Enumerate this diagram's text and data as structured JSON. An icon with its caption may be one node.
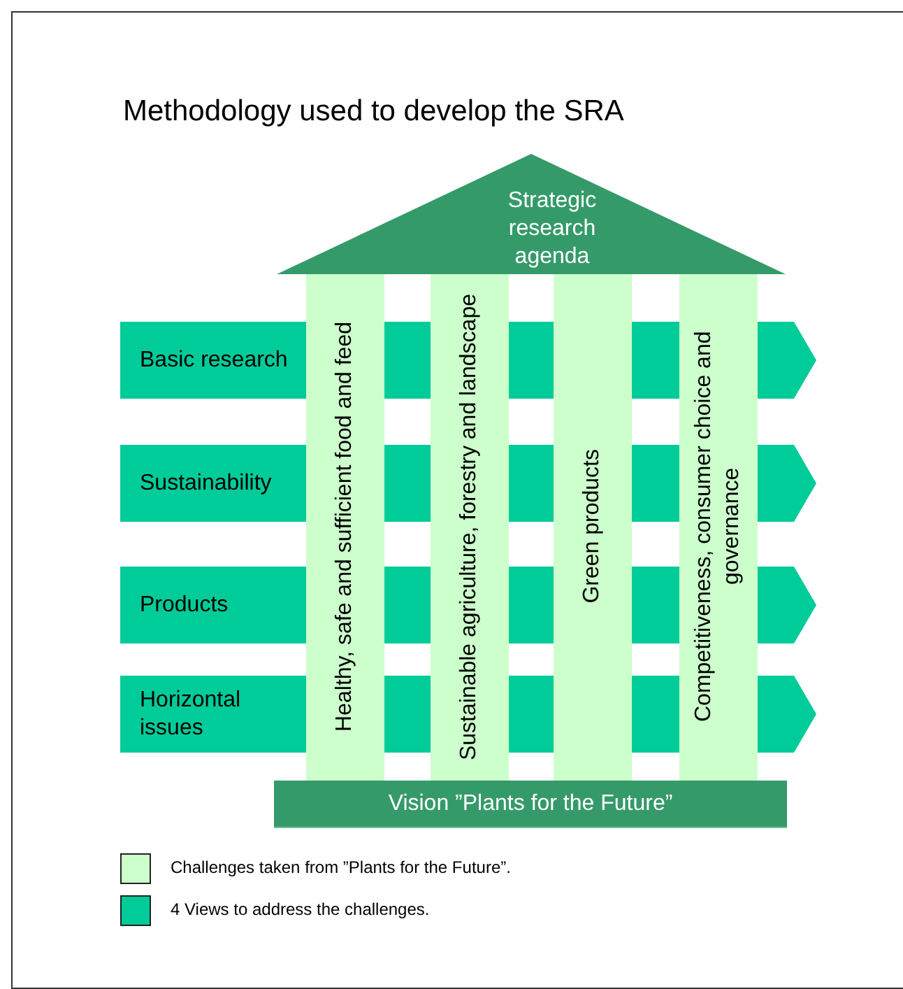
{
  "diagram": {
    "title": "Methodology used to develop the SRA",
    "nodes": [
      {
        "text": [
          "Strategic research agenda"
        ]
      },
      {
        "text": [
          "Healthy, safe and sufficient food and feed"
        ]
      },
      {
        "text": [
          "Sustainable agriculture, forestry and landscape"
        ]
      },
      {
        "text": [
          "Green products"
        ]
      },
      {
        "text": [
          "Competitiveness, consumer choice and governance"
        ]
      },
      {
        "text": [
          "Basic research"
        ]
      },
      {
        "text": [
          "Sustainability"
        ]
      },
      {
        "text": [
          "Products"
        ]
      },
      {
        "text": [
          "Horizontal issues"
        ]
      },
      {
        "text": [
          "Vision ”Plants for the Future”"
        ]
      }
    ],
    "legend": [
      {
        "text": "Challenges taken from ”Plants for the Future”.",
        "color": "#ccffcc"
      },
      {
        "text": "4 Views  to address the challenges.",
        "color": "#00cc99"
      }
    ]
  }
}
